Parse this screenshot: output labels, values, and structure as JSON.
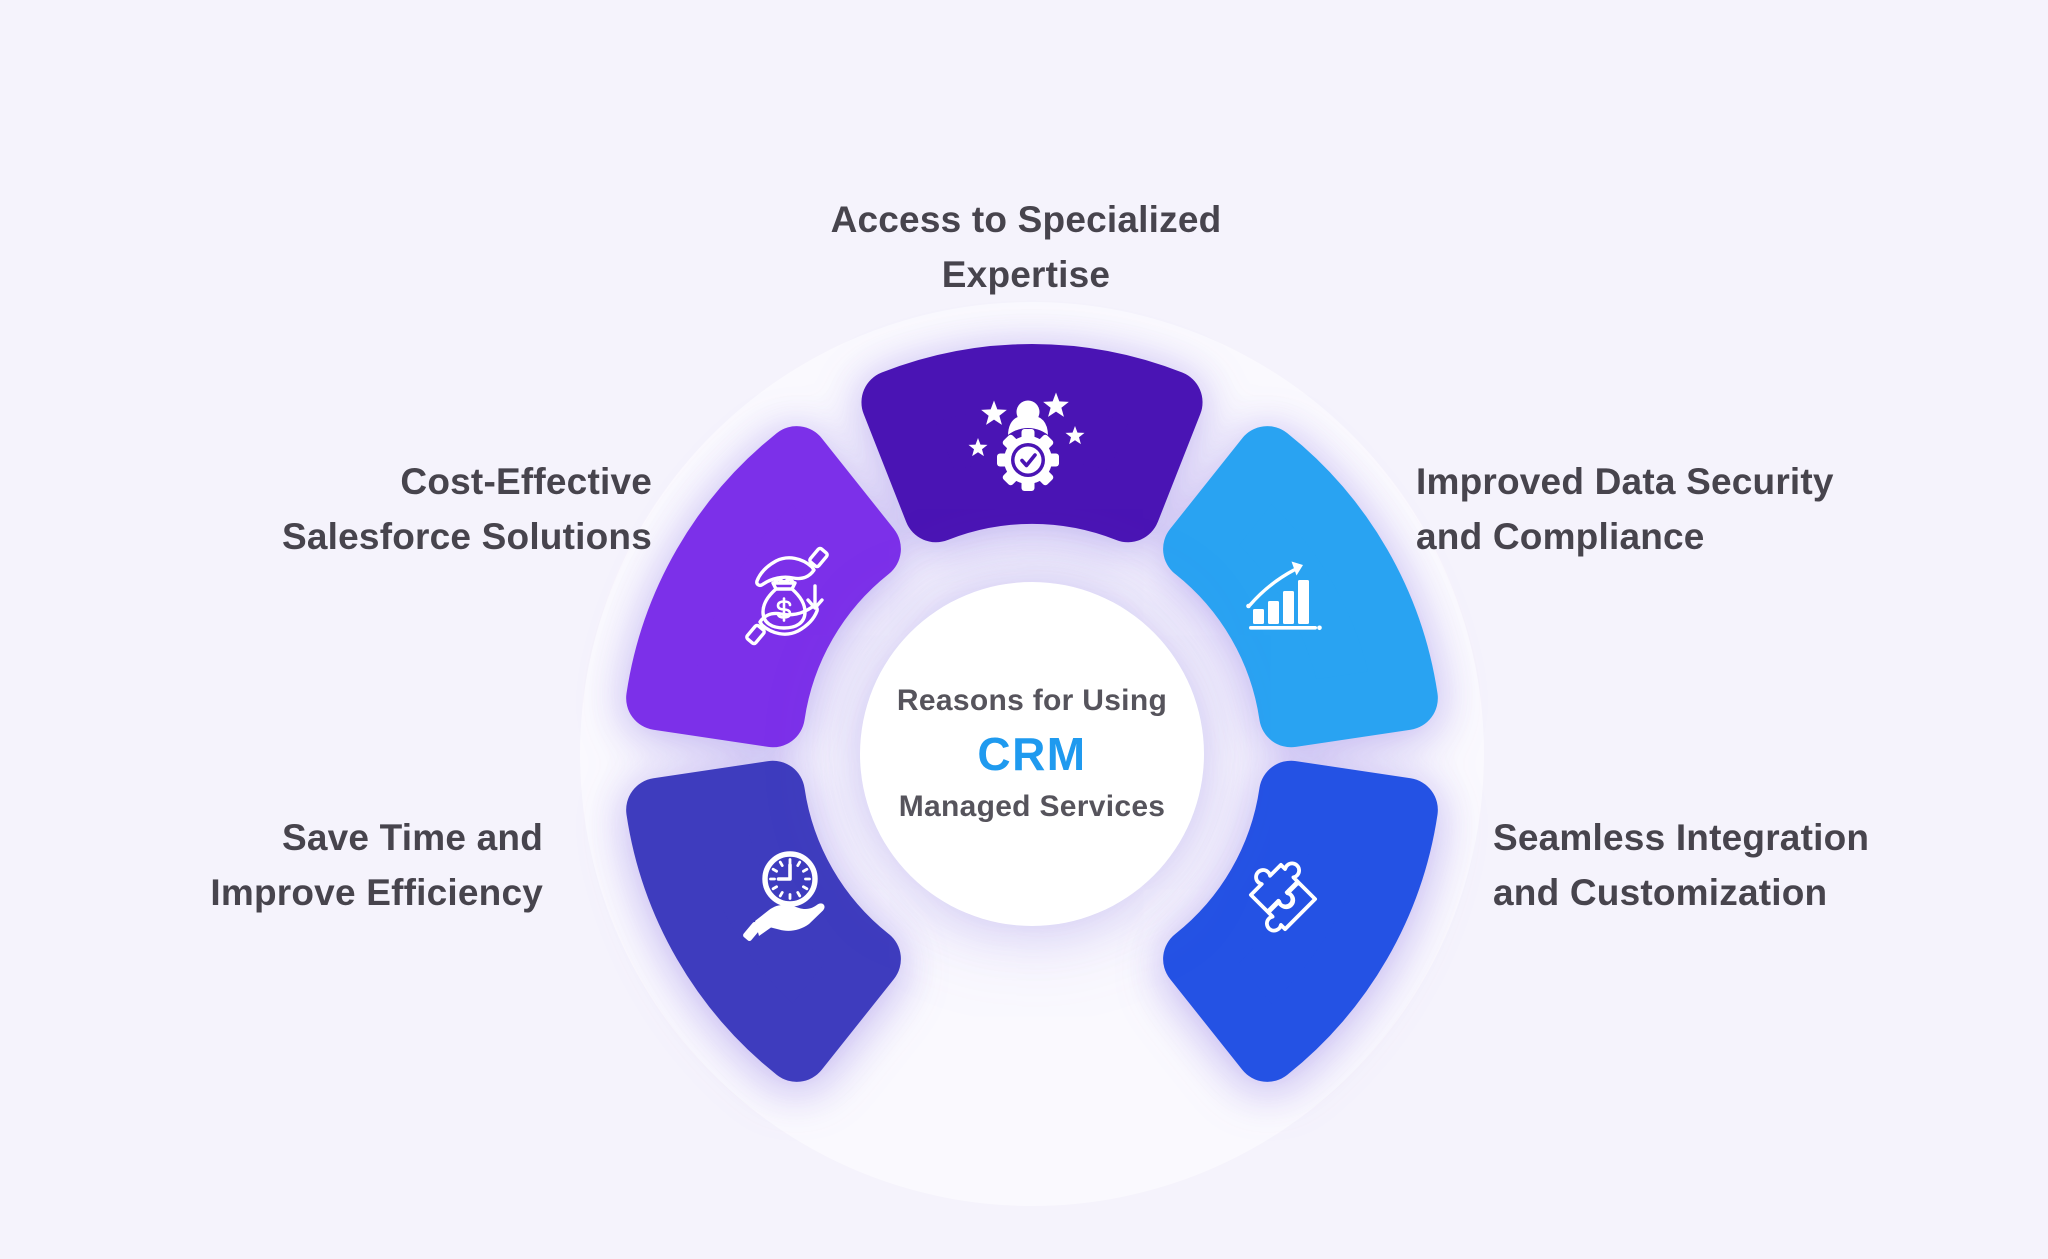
{
  "title": "Reasons for Using CRM Managed Services",
  "background_color": "#F5F3FC",
  "label_color": "#47444D",
  "center": {
    "line1": "Reasons for Using",
    "highlight": "CRM",
    "line2": "Managed Services",
    "highlight_color": "#1F9AEF",
    "text_color": "#56545C"
  },
  "petals": [
    {
      "label": "Access to Specialized\nExpertise",
      "color": "#4A14B4",
      "icon": "expertise-badge-icon",
      "position": "top"
    },
    {
      "label": "Cost-Effective\nSalesforce Solutions",
      "color": "#7C30E9",
      "icon": "money-hands-icon",
      "position": "upper-left"
    },
    {
      "label": "Improved Data Security\nand Compliance",
      "color": "#29A3F2",
      "icon": "growth-chart-icon",
      "position": "upper-right"
    },
    {
      "label": "Save Time and\nImprove Efficiency",
      "color": "#3E3CBE",
      "icon": "clock-hand-icon",
      "position": "lower-left"
    },
    {
      "label": "Seamless Integration\nand Customization",
      "color": "#2452E4",
      "icon": "puzzle-icon",
      "position": "lower-right"
    }
  ]
}
